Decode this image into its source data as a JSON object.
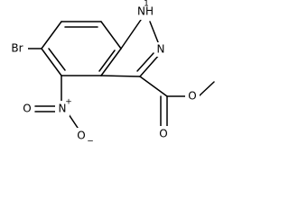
{
  "labels": {
    "nh": "NH",
    "nh_number": "1",
    "n2": "N",
    "br": "Br",
    "n_nitro": "N",
    "n_charge": "+",
    "o_top": "O",
    "o_bottom": "O",
    "o_charge": "−",
    "o_carbonyl": "O",
    "o_ester": "O"
  }
}
